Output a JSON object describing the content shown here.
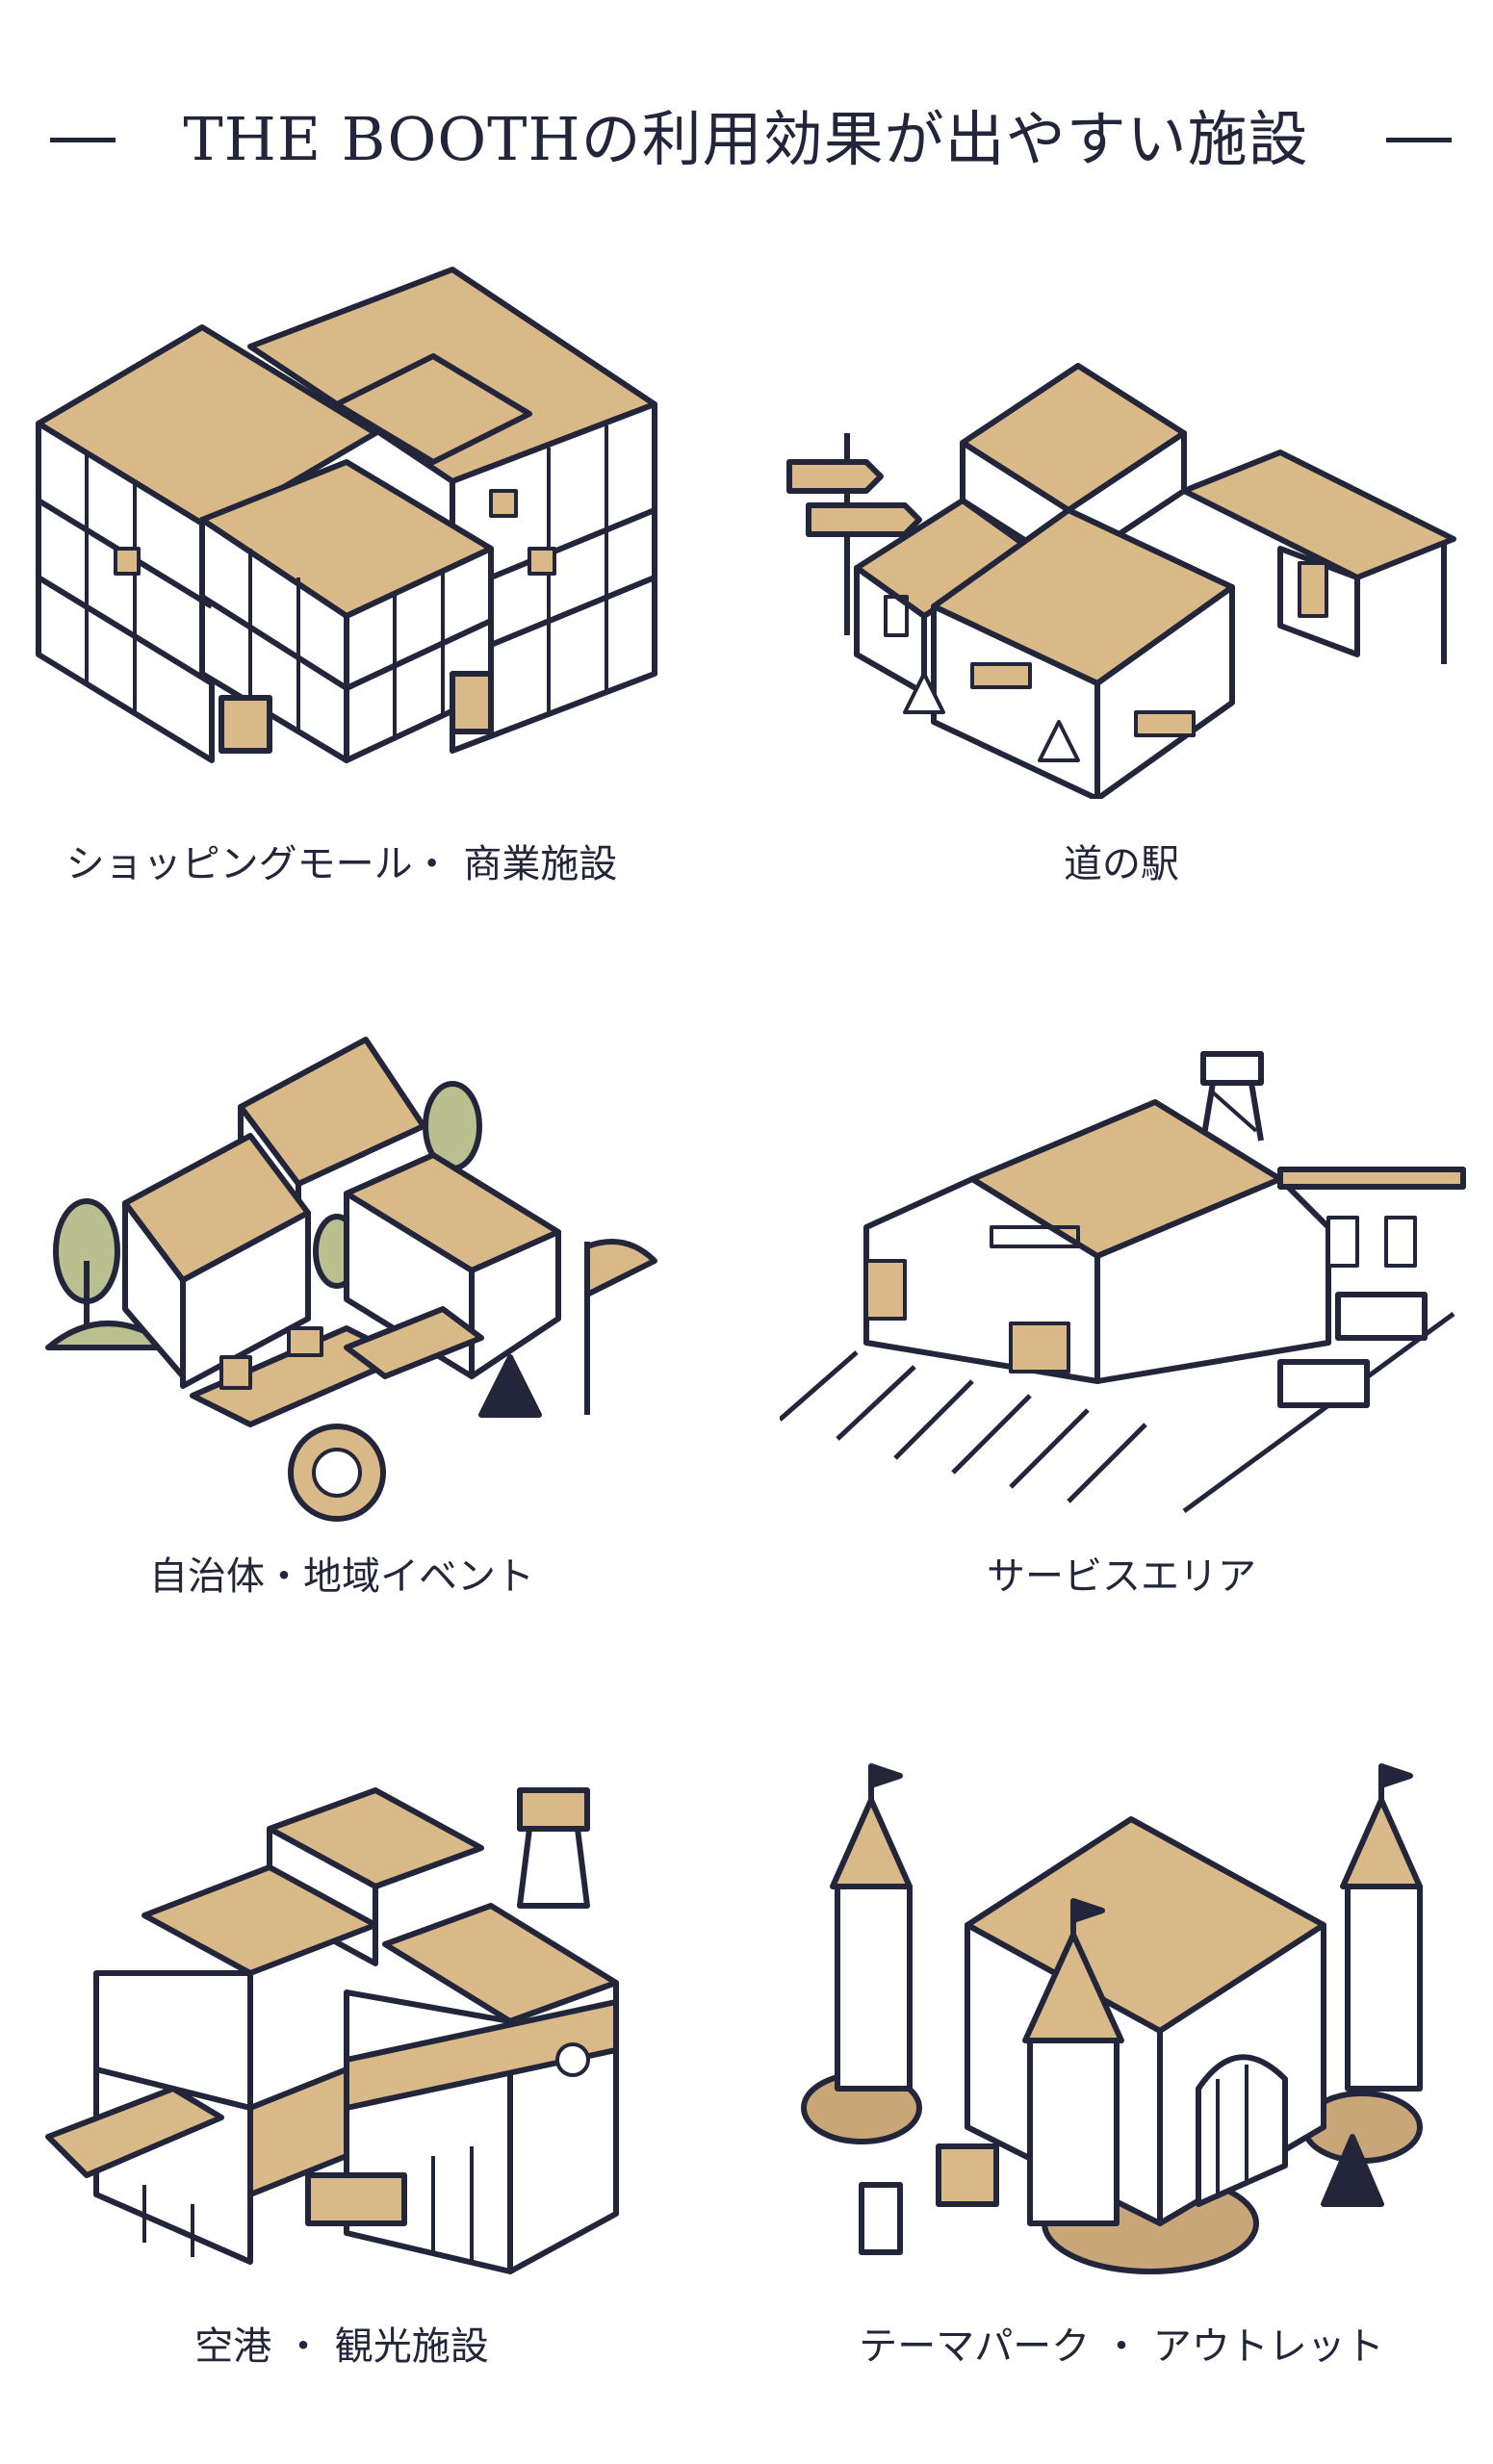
{
  "title": "THE BOOTHの利用効果が出やすい施設",
  "colors": {
    "ink": "#23263a",
    "tan": "#d9b987",
    "green": "#b9bf8f",
    "sand": "#c9a678",
    "white": "#ffffff"
  },
  "facilities": [
    {
      "label": "ショッピングモール・ 商業施設",
      "icon": "shopping-mall-illustration"
    },
    {
      "label": "道の駅",
      "icon": "roadside-station-illustration"
    },
    {
      "label": "自治体・地域イベント",
      "icon": "local-event-illustration"
    },
    {
      "label": "サービスエリア",
      "icon": "service-area-illustration"
    },
    {
      "label": "空港 ・ 観光施設",
      "icon": "airport-illustration"
    },
    {
      "label": "テーマパーク ・ アウトレット",
      "icon": "theme-park-illustration"
    }
  ]
}
